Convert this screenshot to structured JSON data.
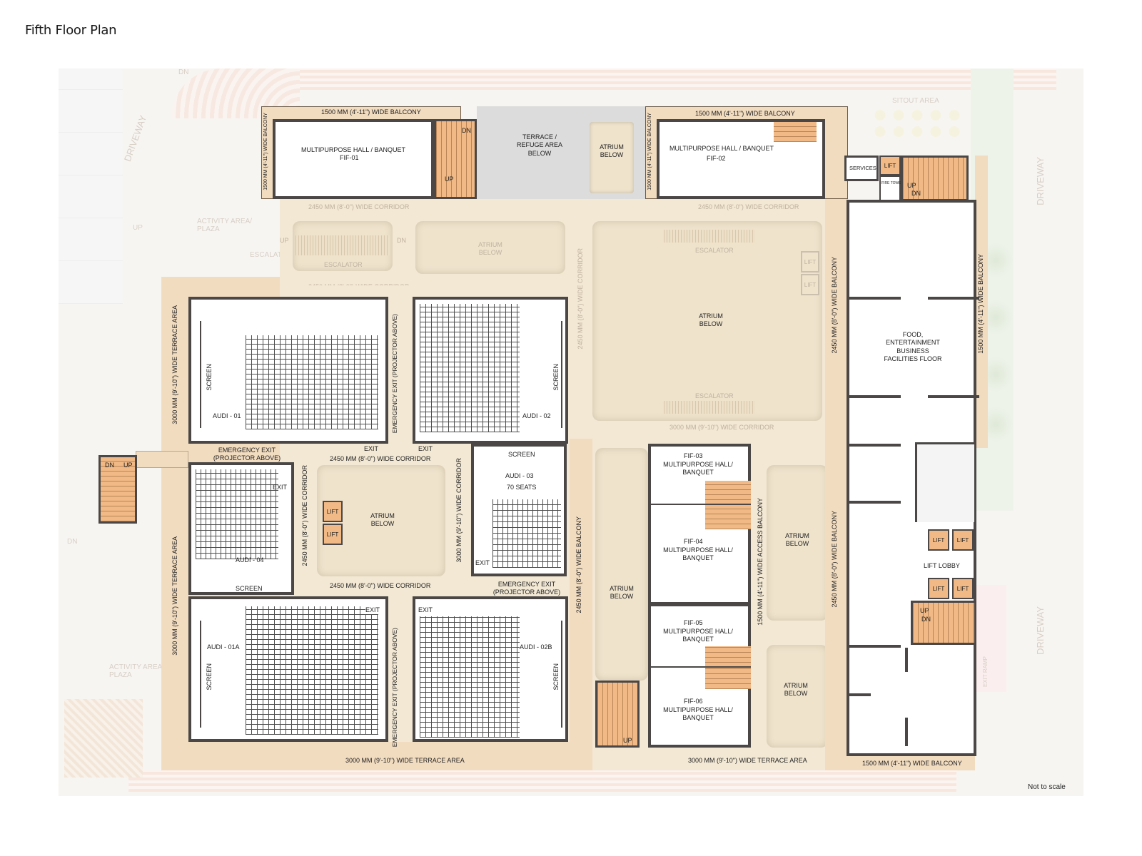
{
  "header": {
    "title": "Fifth Floor Plan"
  },
  "footer": {
    "note": "Not to scale"
  },
  "colors": {
    "terrace": "#f2dcc0",
    "stair": "#f0b985",
    "wall": "#4a4746",
    "atrium": "#efe3cc",
    "refuge": "#dcdcdc"
  },
  "context": {
    "driveway_left": "DRIVEWAY",
    "driveway_right_top": "DRIVEWAY",
    "driveway_right_bottom": "DRIVEWAY",
    "activity_top": "ACTIVITY AREA/ PLAZA",
    "activity_bottom": "ACTIVITY AREA/ PLAZA",
    "sitout": "SITOUT AREA",
    "exit_ramp": "EXIT RAMP",
    "escalator_ghost": "ESCALAT",
    "dn_top": "DN",
    "up_left": "UP",
    "dn_left": "DN"
  },
  "top": {
    "fif01": {
      "name": "MULTIPURPOSE HALL / BANQUET",
      "code": "FIF-01",
      "balcony_top": "1500 MM (4'-11\") WIDE BALCONY",
      "balcony_side": "1500 MM (4'-11\") WIDE BALCONY",
      "stair_dn": "DN",
      "stair_up": "UP"
    },
    "terrace": "TERRACE / REFUGE AREA BELOW",
    "atrium": "ATRIUM BELOW",
    "fif02": {
      "name": "MULTIPURPOSE HALL / BANQUET",
      "code": "FIF-02",
      "balcony_top": "1500 MM (4'-11\") WIDE BALCONY",
      "balcony_side": "1500 MM (4'-11\") WIDE BALCONY"
    },
    "services": "SERVICES",
    "fire_tower": "FIRE TOWER",
    "lift": "LIFT",
    "stair_up": "UP",
    "stair_dn": "DN"
  },
  "core": {
    "corridor_top": "2450 MM (8'-0\") WIDE CORRIDOR",
    "corridor_top_right": "2450 MM (8'-0\") WIDE CORRIDOR",
    "corridor_mid": "2450 MM (8'-0\") WIDE CORRIDOR",
    "corridor_vertical": "2450 MM (8'-0\") WIDE CORRIDOR",
    "escalator_left": "ESCALATOR",
    "esc_up": "UP",
    "esc_dn": "DN",
    "atrium_left": "ATRIUM BELOW",
    "atrium_main": "ATRIUM BELOW",
    "escalator_top": "ESCALATOR",
    "escalator_bottom": "ESCALATOR",
    "lift1": "LIFT",
    "lift2": "LIFT",
    "corridor_bottom": "3000 MM (9'-10\") WIDE CORRIDOR"
  },
  "auditoriums": {
    "audi01": {
      "name": "AUDI - 01",
      "screen": "SCREEN"
    },
    "audi02": {
      "name": "AUDI - 02",
      "screen": "SCREEN"
    },
    "audi03": {
      "name": "AUDI - 03",
      "seats": "70 SEATS",
      "screen": "SCREEN",
      "exit": "EXIT"
    },
    "audi04": {
      "name": "AUDI - 04",
      "screen": "SCREEN",
      "exit": "EXIT"
    },
    "audi01a": {
      "name": "AUDI - 01A",
      "screen": "SCREEN",
      "exit": "EXIT"
    },
    "audi02b": {
      "name": "AUDI - 02B",
      "screen": "SCREEN",
      "exit": "EXIT"
    },
    "emergency_exit_1": "EMERGENCY EXIT (PROJECTOR ABOVE)",
    "emergency_exit_2": "EMERGENCY EXIT (PROJECTOR ABOVE)",
    "emergency_exit_3": "EMERGENCY EXIT (PROJECTOR ABOVE)",
    "emergency_exit_4": "EMERGENCY EXIT (PROJECTOR ABOVE)",
    "exit_a": "EXIT",
    "exit_b": "EXIT",
    "corridor_between": "2450 MM (8'-0\") WIDE CORRIDOR",
    "corridor_lower": "2450 MM (8'-0\") WIDE CORRIDOR",
    "corridor_v_left": "2450 MM (8'-0\") WIDE CORRIDOR",
    "corridor_v_right": "3000 MM (9'-10\") WIDE CORRIDOR",
    "atrium_center": "ATRIUM BELOW",
    "lift1": "LIFT",
    "lift2": "LIFT",
    "terrace_left_top": "3000 MM (9'-10\") WIDE TERRACE AREA",
    "terrace_left_bottom": "3000 MM (9'-10\") WIDE TERRACE AREA",
    "terrace_bottom": "3000 MM (9'-10\") WIDE TERRACE AREA",
    "stair_dn": "DN",
    "stair_up": "UP"
  },
  "middle": {
    "balcony_v": "2450 MM (8'-0\") WIDE BALCONY",
    "atrium": "ATRIUM BELOW",
    "stair_up": "UP",
    "fif03": {
      "code": "FIF-03",
      "name": "MULTIPURPOSE HALL/ BANQUET"
    },
    "fif04": {
      "code": "FIF-04",
      "name": "MULTIPURPOSE HALL/ BANQUET"
    },
    "fif05": {
      "code": "FIF-05",
      "name": "MULTIPURPOSE HALL/ BANQUET"
    },
    "fif06": {
      "code": "FIF-06",
      "name": "MULTIPURPOSE HALL/ BANQUET"
    },
    "access_balcony": "1500 MM (4'-11\") WIDE ACCESS BALCONY",
    "atrium_r1": "ATRIUM BELOW",
    "atrium_r2": "ATRIUM BELOW",
    "terrace_bottom": "3000 MM (9'-10\") WIDE TERRACE AREA"
  },
  "right": {
    "balcony_left_top": "2450 MM (8'-0\") WIDE BALCONY",
    "balcony_left_bottom": "2450 MM (8'-0\") WIDE BALCONY",
    "balcony_right": "1500 MM (4'-11\") WIDE BALCONY",
    "balcony_bottom": "1500 MM (4'-11\") WIDE BALCONY",
    "food": "FOOD, ENTERTAINMENT BUSINESS FACILITIES FLOOR",
    "lift_lobby": "LIFT LOBBY",
    "lift1": "LIFT",
    "lift2": "LIFT",
    "lift3": "LIFT",
    "lift4": "LIFT",
    "stair_up": "UP",
    "stair_dn": "DN"
  }
}
